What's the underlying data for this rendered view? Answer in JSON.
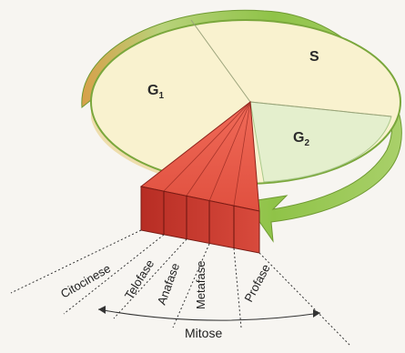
{
  "cycle": {
    "g1": {
      "letter": "G",
      "sub": "1"
    },
    "s": "S",
    "g2": {
      "letter": "G",
      "sub": "2"
    }
  },
  "mitosis_phases": [
    "Citocinese",
    "Telofase",
    "Anafase",
    "Metafase",
    "Profase"
  ],
  "mitosis_label": "Mitose",
  "colors": {
    "background": "#f7f5f1",
    "g1": "#f9f2cf",
    "s": "#f9f2cf",
    "g2": "#e4efcd",
    "rim_green": "#9ccc52",
    "mitosis_red": "#d9453a"
  }
}
